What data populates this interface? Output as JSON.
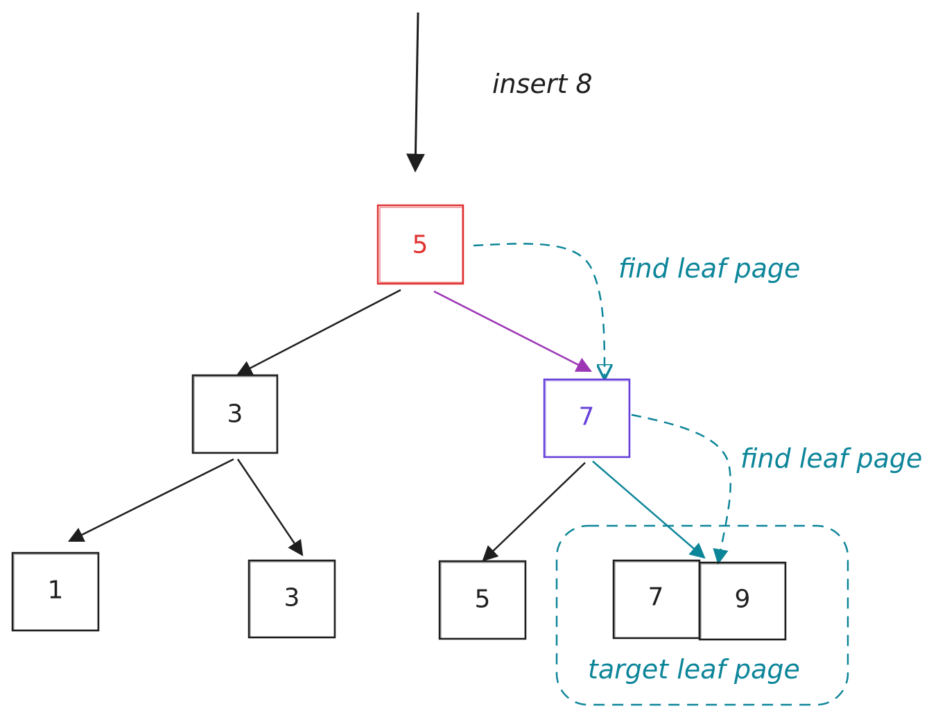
{
  "colors": {
    "black": "#1e1e1e",
    "red": "#e03131",
    "purple_edge": "#9c36b5",
    "purple_node": "#6741d9",
    "teal": "#0c8599"
  },
  "annotations": {
    "insert_label": "insert 8",
    "find_leaf_1": "find leaf page",
    "find_leaf_2": "find leaf page",
    "target_label": "target leaf page"
  },
  "nodes": {
    "root": "5",
    "inner_left": "3",
    "inner_right": "7",
    "leaf_1": "1",
    "leaf_3": "3",
    "leaf_5": "5",
    "leaf_7": "7",
    "leaf_9": "9"
  }
}
